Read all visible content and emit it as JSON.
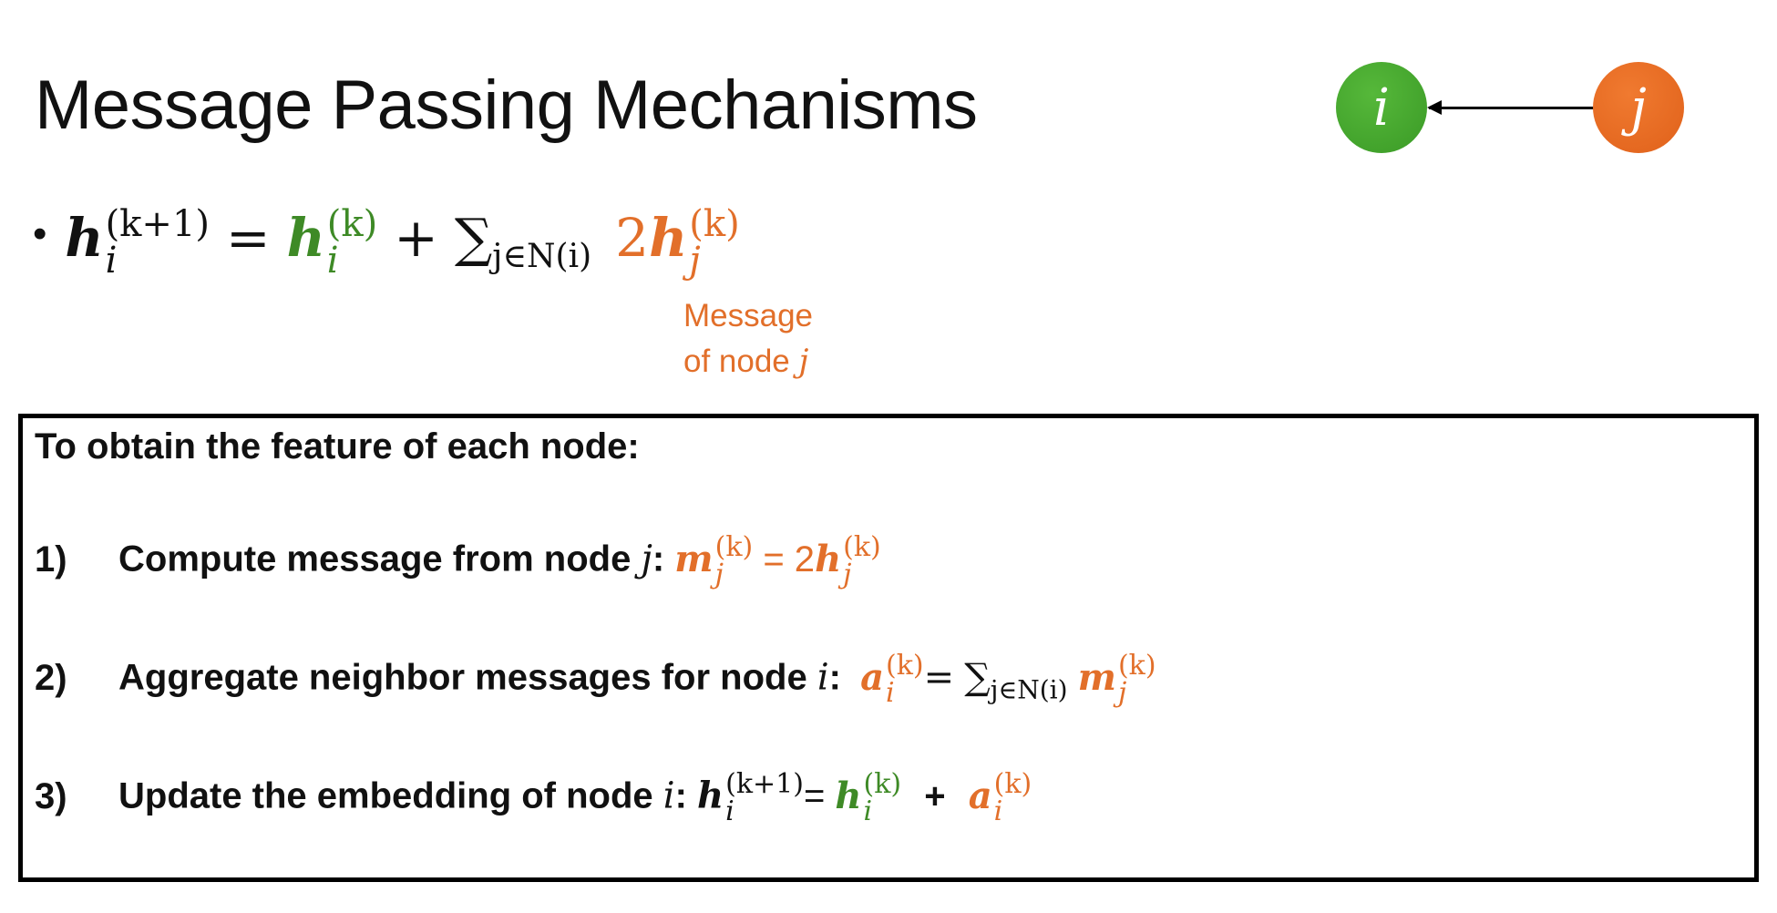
{
  "title": "Message Passing Mechanisms",
  "graph": {
    "node_i": "i",
    "node_j": "j",
    "colors": {
      "node_i": "#45a52e",
      "node_j": "#e8681f"
    }
  },
  "equation": {
    "lhs_symbol": "h",
    "lhs_sup": "(k+1)",
    "lhs_sub": "i",
    "eq": "=",
    "self_symbol": "h",
    "self_sup": "(k)",
    "self_sub": "i",
    "plus": "+",
    "sum": "∑",
    "sum_sub": "j∈N(i)",
    "msg_coef": "2",
    "msg_symbol": "h",
    "msg_sup": "(k)",
    "msg_sub": "j"
  },
  "annotation": {
    "line1": "Message",
    "line2_text": "of node ",
    "line2_var": "j"
  },
  "box": {
    "heading": "To obtain the feature of each node:",
    "steps": [
      {
        "num": "1)",
        "text": "Compute message from node ",
        "var": "j",
        "colon": ":",
        "m_symbol": "m",
        "m_sup": "(k)",
        "m_sub": "j",
        "eq": " = 2",
        "h_symbol": "h",
        "h_sup": "(k)",
        "h_sub": "j"
      },
      {
        "num": "2)",
        "text": "Aggregate neighbor messages for node ",
        "var": "i",
        "colon": ":",
        "a_symbol": "a",
        "a_sup": "(k)",
        "a_sub": "i",
        "eq": "=",
        "sum": "∑",
        "sum_sub": "j∈N(i)",
        "m_symbol": "m",
        "m_sup": "(k)",
        "m_sub": "j"
      },
      {
        "num": "3)",
        "text": "Update the embedding of node ",
        "var": "i",
        "colon": ":",
        "h_symbol": "h",
        "h_sup": "(k+1)",
        "h_sub": "i",
        "eq": "=",
        "h2_symbol": "h",
        "h2_sup": "(k)",
        "h2_sub": "i",
        "plus": "+",
        "a_symbol": "a",
        "a_sup": "(k)",
        "a_sub": "i"
      }
    ]
  },
  "colors": {
    "green": "#3e8a26",
    "orange": "#e26f2a",
    "text": "#111111"
  }
}
